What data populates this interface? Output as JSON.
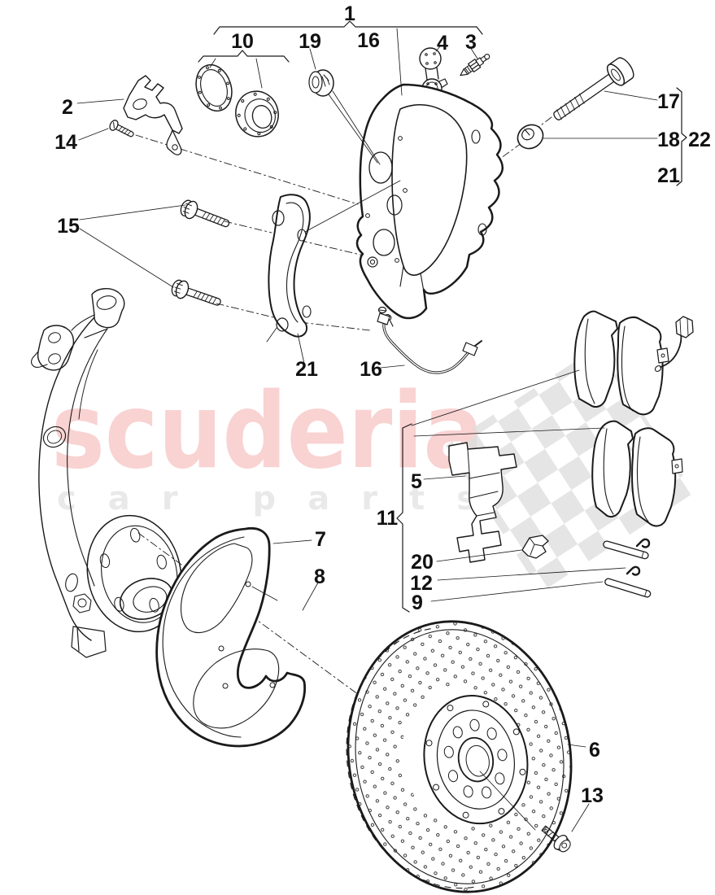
{
  "watermark": {
    "brand": "scuderia",
    "tagline": "car parts",
    "brand_color": "#f9d2d2",
    "tagline_color": "#e9e9e9",
    "flag_color": "#dedede"
  },
  "diagram": {
    "background": "#ffffff",
    "line_color": "#1a1a1a"
  },
  "callouts": {
    "c1": "1",
    "c2": "2",
    "c3": "3",
    "c4": "4",
    "c5": "5",
    "c6": "6",
    "c7": "7",
    "c8": "8",
    "c9": "9",
    "c10": "10",
    "c11": "11",
    "c12": "12",
    "c13": "13",
    "c14": "14",
    "c15": "15",
    "c16a": "16",
    "c16b": "16",
    "c17": "17",
    "c18": "18",
    "c19": "19",
    "c20": "20",
    "c21a": "21",
    "c21b": "21",
    "c22": "22"
  }
}
